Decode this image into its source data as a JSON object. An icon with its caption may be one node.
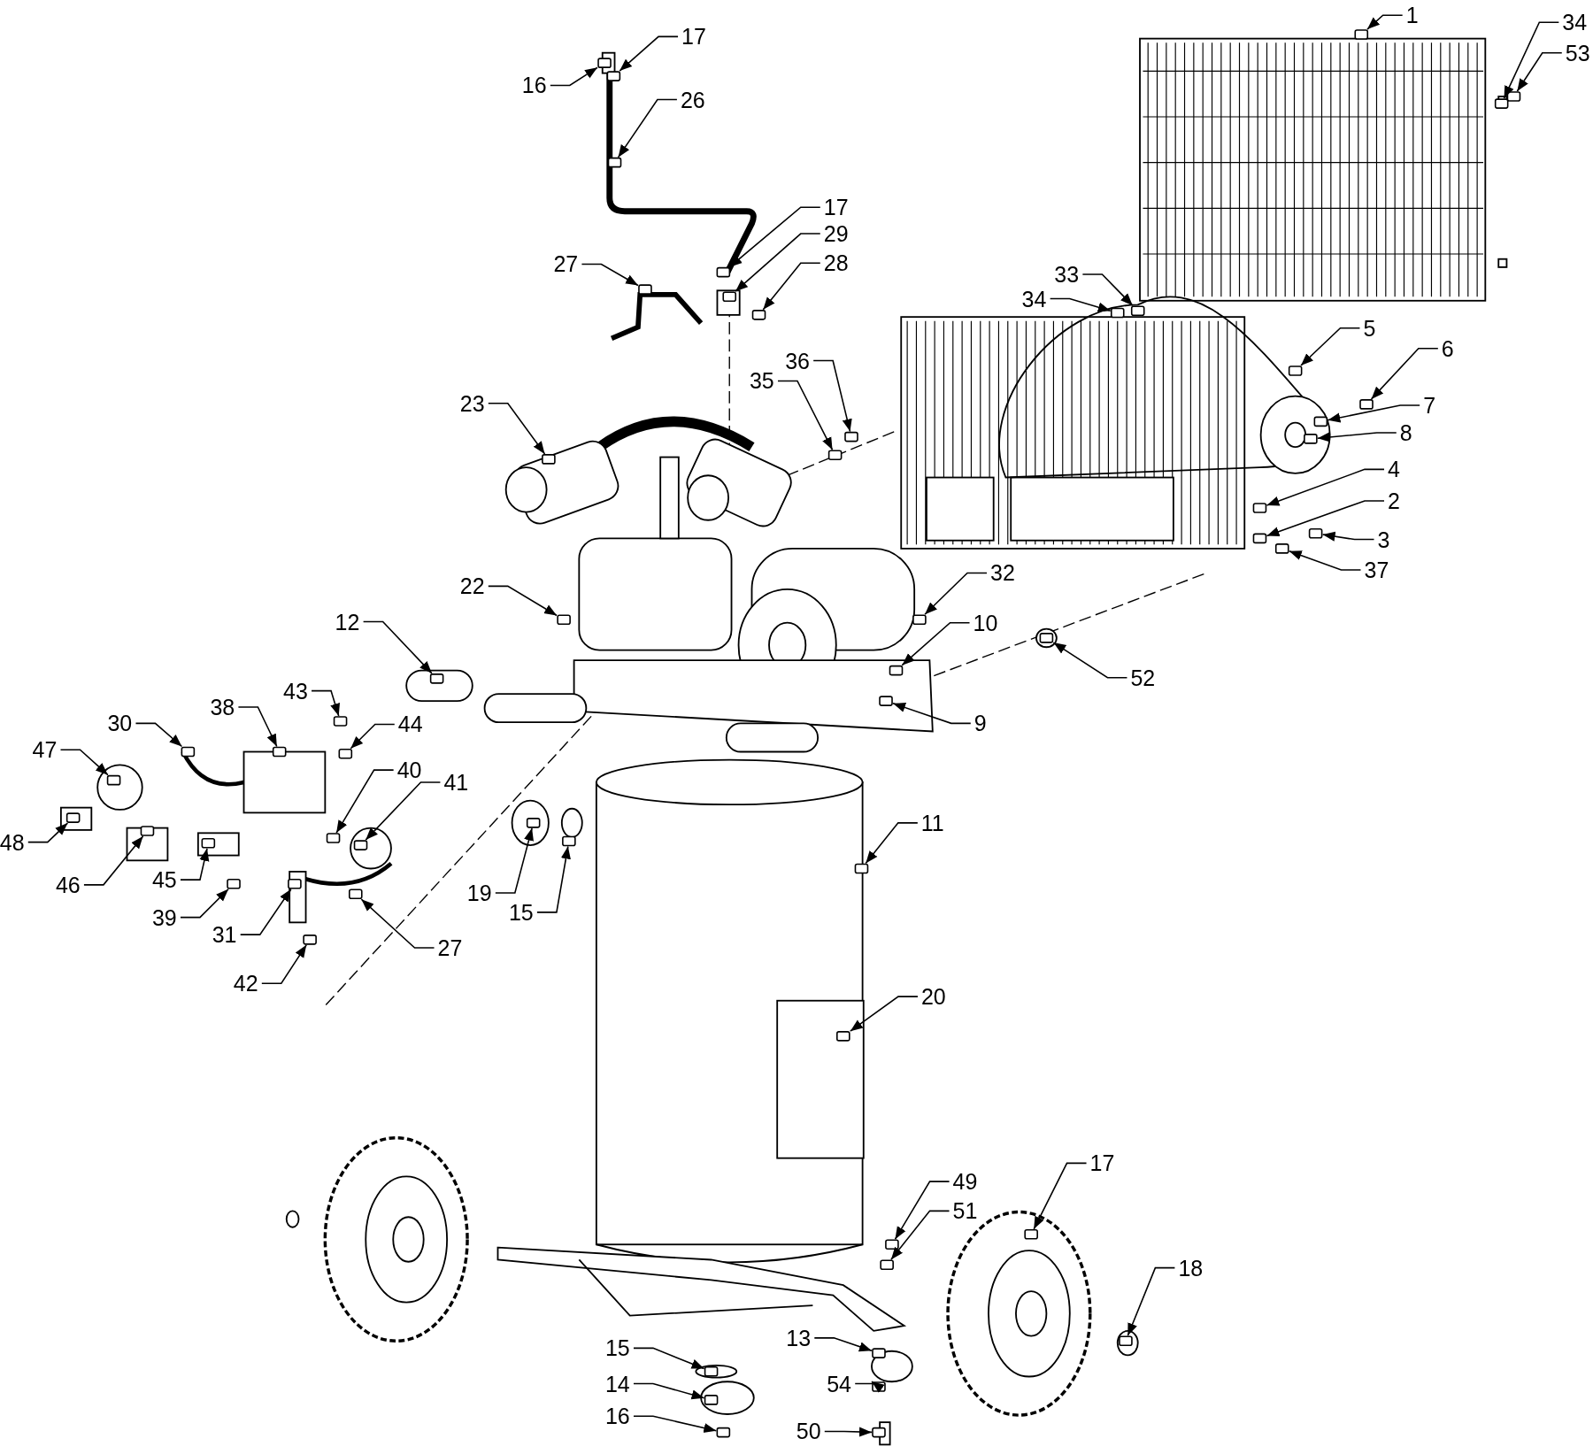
{
  "diagram": {
    "nodes": [
      {
        "text": [
          "1"
        ]
      },
      {
        "text": [
          "34"
        ]
      },
      {
        "text": [
          "53"
        ]
      },
      {
        "text": [
          "16"
        ]
      },
      {
        "text": [
          "17"
        ]
      },
      {
        "text": [
          "26"
        ]
      },
      {
        "text": [
          "17"
        ]
      },
      {
        "text": [
          "29"
        ]
      },
      {
        "text": [
          "28"
        ]
      },
      {
        "text": [
          "27"
        ]
      },
      {
        "text": [
          "33"
        ]
      },
      {
        "text": [
          "34"
        ]
      },
      {
        "text": [
          "5"
        ]
      },
      {
        "text": [
          "6"
        ]
      },
      {
        "text": [
          "7"
        ]
      },
      {
        "text": [
          "8"
        ]
      },
      {
        "text": [
          "4"
        ]
      },
      {
        "text": [
          "2"
        ]
      },
      {
        "text": [
          "3"
        ]
      },
      {
        "text": [
          "37"
        ]
      },
      {
        "text": [
          "36"
        ]
      },
      {
        "text": [
          "35"
        ]
      },
      {
        "text": [
          "23"
        ]
      },
      {
        "text": [
          "22"
        ]
      },
      {
        "text": [
          "32"
        ]
      },
      {
        "text": [
          "10"
        ]
      },
      {
        "text": [
          "12"
        ]
      },
      {
        "text": [
          "52"
        ]
      },
      {
        "text": [
          "9"
        ]
      },
      {
        "text": [
          "38"
        ]
      },
      {
        "text": [
          "43"
        ]
      },
      {
        "text": [
          "44"
        ]
      },
      {
        "text": [
          "30"
        ]
      },
      {
        "text": [
          "47"
        ]
      },
      {
        "text": [
          "40"
        ]
      },
      {
        "text": [
          "41"
        ]
      },
      {
        "text": [
          "48"
        ]
      },
      {
        "text": [
          "46"
        ]
      },
      {
        "text": [
          "45"
        ]
      },
      {
        "text": [
          "39"
        ]
      },
      {
        "text": [
          "31"
        ]
      },
      {
        "text": [
          "27"
        ]
      },
      {
        "text": [
          "42"
        ]
      },
      {
        "text": [
          "11"
        ]
      },
      {
        "text": [
          "19"
        ]
      },
      {
        "text": [
          "15"
        ]
      },
      {
        "text": [
          "20"
        ]
      },
      {
        "text": [
          "17"
        ]
      },
      {
        "text": [
          "49"
        ]
      },
      {
        "text": [
          "51"
        ]
      },
      {
        "text": [
          "18"
        ]
      },
      {
        "text": [
          "13"
        ]
      },
      {
        "text": [
          "15"
        ]
      },
      {
        "text": [
          "14"
        ]
      },
      {
        "text": [
          "54"
        ]
      },
      {
        "text": [
          "16"
        ]
      },
      {
        "text": [
          "50"
        ]
      },
      {
        "text": [],
        "shape": "box"
      },
      {
        "text": [],
        "shape": "box"
      },
      {
        "text": [],
        "shape": "box"
      },
      {
        "text": [],
        "shape": "box"
      },
      {
        "text": [],
        "shape": "box"
      },
      {
        "text": [],
        "shape": "box"
      },
      {
        "text": [],
        "shape": "box"
      },
      {
        "text": [],
        "shape": "box"
      },
      {
        "text": [],
        "shape": "box"
      },
      {
        "text": [],
        "shape": "box"
      },
      {
        "text": [],
        "shape": "box"
      },
      {
        "text": [],
        "shape": "box"
      },
      {
        "text": [],
        "shape": "box"
      },
      {
        "text": [],
        "shape": "box"
      },
      {
        "text": [],
        "shape": "box"
      },
      {
        "text": [],
        "shape": "box"
      },
      {
        "text": [],
        "shape": "box"
      },
      {
        "text": [],
        "shape": "box"
      },
      {
        "text": [],
        "shape": "box"
      },
      {
        "text": [],
        "shape": "box"
      },
      {
        "text": [],
        "shape": "box"
      },
      {
        "text": [],
        "shape": "box"
      },
      {
        "text": [],
        "shape": "box"
      },
      {
        "text": [],
        "shape": "box"
      },
      {
        "text": [],
        "shape": "box"
      },
      {
        "text": [],
        "shape": "box"
      },
      {
        "text": [],
        "shape": "box"
      },
      {
        "text": [],
        "shape": "box"
      },
      {
        "text": [],
        "shape": "box"
      },
      {
        "text": [],
        "shape": "box"
      },
      {
        "text": [],
        "shape": "box"
      },
      {
        "text": [],
        "shape": "box"
      },
      {
        "text": [],
        "shape": "box"
      },
      {
        "text": [],
        "shape": "box"
      },
      {
        "text": [],
        "shape": "box"
      },
      {
        "text": [],
        "shape": "box"
      },
      {
        "text": [],
        "shape": "box"
      },
      {
        "text": [],
        "shape": "box"
      },
      {
        "text": [],
        "shape": "box"
      },
      {
        "text": [],
        "shape": "box"
      },
      {
        "text": [],
        "shape": "box"
      },
      {
        "text": [],
        "shape": "box"
      },
      {
        "text": [],
        "shape": "box"
      },
      {
        "text": [],
        "shape": "box"
      },
      {
        "text": [],
        "shape": "box"
      },
      {
        "text": [],
        "shape": "box"
      },
      {
        "text": [],
        "shape": "box"
      },
      {
        "text": [],
        "shape": "box"
      },
      {
        "text": [],
        "shape": "box"
      },
      {
        "text": [],
        "shape": "box"
      },
      {
        "text": [],
        "shape": "box"
      },
      {
        "text": [],
        "shape": "box"
      },
      {
        "text": [],
        "shape": "box"
      },
      {
        "text": [],
        "shape": "box"
      },
      {
        "text": [],
        "shape": "box"
      },
      {
        "text": [],
        "shape": "box"
      },
      {
        "text": [],
        "shape": "box"
      }
    ],
    "edges": [
      {
        "from": 0,
        "to": 57,
        "arrow": "to"
      },
      {
        "from": 1,
        "to": 58,
        "arrow": "to"
      },
      {
        "from": 2,
        "to": 59,
        "arrow": "to"
      },
      {
        "from": 3,
        "to": 60,
        "arrow": "to"
      },
      {
        "from": 4,
        "to": 61,
        "arrow": "to"
      },
      {
        "from": 5,
        "to": 62,
        "arrow": "to"
      },
      {
        "from": 6,
        "to": 63,
        "arrow": "to"
      },
      {
        "from": 7,
        "to": 64,
        "arrow": "to"
      },
      {
        "from": 8,
        "to": 65,
        "arrow": "to"
      },
      {
        "from": 9,
        "to": 66,
        "arrow": "to"
      },
      {
        "from": 10,
        "to": 67,
        "arrow": "to"
      },
      {
        "from": 11,
        "to": 68,
        "arrow": "to"
      },
      {
        "from": 12,
        "to": 69,
        "arrow": "to"
      },
      {
        "from": 13,
        "to": 70,
        "arrow": "to"
      },
      {
        "from": 14,
        "to": 71,
        "arrow": "to"
      },
      {
        "from": 15,
        "to": 72,
        "arrow": "to"
      },
      {
        "from": 16,
        "to": 73,
        "arrow": "to"
      },
      {
        "from": 17,
        "to": 74,
        "arrow": "to"
      },
      {
        "from": 18,
        "to": 75,
        "arrow": "to"
      },
      {
        "from": 19,
        "to": 76,
        "arrow": "to"
      },
      {
        "from": 20,
        "to": 77,
        "arrow": "to"
      },
      {
        "from": 21,
        "to": 78,
        "arrow": "to"
      },
      {
        "from": 22,
        "to": 79,
        "arrow": "to"
      },
      {
        "from": 23,
        "to": 80,
        "arrow": "to"
      },
      {
        "from": 24,
        "to": 81,
        "arrow": "to"
      },
      {
        "from": 25,
        "to": 82,
        "arrow": "to"
      },
      {
        "from": 26,
        "to": 83,
        "arrow": "to"
      },
      {
        "from": 27,
        "to": 84,
        "arrow": "to"
      },
      {
        "from": 28,
        "to": 85,
        "arrow": "to"
      },
      {
        "from": 29,
        "to": 86,
        "arrow": "to"
      },
      {
        "from": 30,
        "to": 87,
        "arrow": "to"
      },
      {
        "from": 31,
        "to": 88,
        "arrow": "to"
      },
      {
        "from": 32,
        "to": 89,
        "arrow": "to"
      },
      {
        "from": 33,
        "to": 90,
        "arrow": "to"
      },
      {
        "from": 34,
        "to": 91,
        "arrow": "to"
      },
      {
        "from": 35,
        "to": 92,
        "arrow": "to"
      },
      {
        "from": 36,
        "to": 93,
        "arrow": "to"
      },
      {
        "from": 37,
        "to": 94,
        "arrow": "to"
      },
      {
        "from": 38,
        "to": 95,
        "arrow": "to"
      },
      {
        "from": 39,
        "to": 96,
        "arrow": "to"
      },
      {
        "from": 40,
        "to": 97,
        "arrow": "to"
      },
      {
        "from": 41,
        "to": 98,
        "arrow": "to"
      },
      {
        "from": 42,
        "to": 99,
        "arrow": "to"
      },
      {
        "from": 43,
        "to": 100,
        "arrow": "to"
      },
      {
        "from": 44,
        "to": 101,
        "arrow": "to"
      },
      {
        "from": 45,
        "to": 102,
        "arrow": "to"
      },
      {
        "from": 46,
        "to": 103,
        "arrow": "to"
      },
      {
        "from": 47,
        "to": 104,
        "arrow": "to"
      },
      {
        "from": 48,
        "to": 105,
        "arrow": "to"
      },
      {
        "from": 49,
        "to": 106,
        "arrow": "to"
      },
      {
        "from": 50,
        "to": 107,
        "arrow": "to"
      },
      {
        "from": 51,
        "to": 108,
        "arrow": "to"
      },
      {
        "from": 52,
        "to": 109,
        "arrow": "to"
      },
      {
        "from": 53,
        "to": 110,
        "arrow": "to"
      },
      {
        "from": 54,
        "to": 111,
        "arrow": "to"
      },
      {
        "from": 55,
        "to": 112,
        "arrow": "to"
      },
      {
        "from": 56,
        "to": 113,
        "arrow": "to"
      }
    ]
  }
}
